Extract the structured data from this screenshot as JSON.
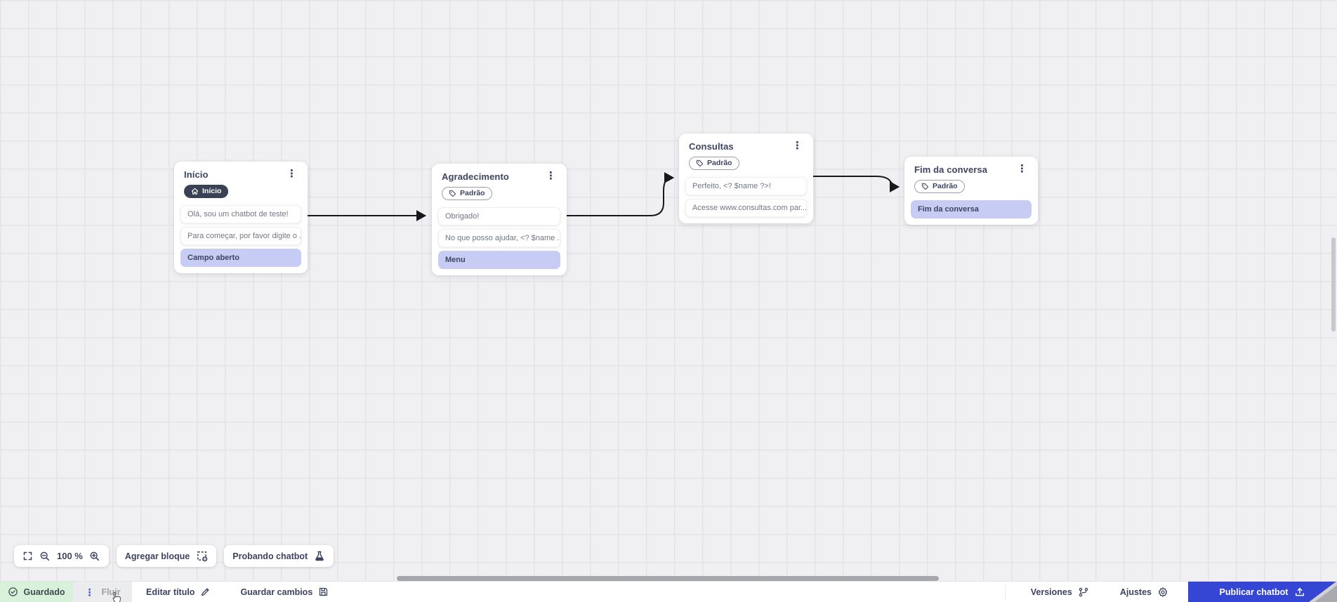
{
  "canvas": {
    "bg_color": "#f0f0f2",
    "grid_color": "#e4e4e8",
    "zoom_level": "100 %"
  },
  "nodes": [
    {
      "title": "Início",
      "badge": {
        "label": "Início",
        "icon": "home-icon"
      },
      "messages": [
        {
          "text": "Olá, sou um chatbot de teste!",
          "type": "message"
        },
        {
          "text": "Para começar, por favor digite o ...",
          "type": "message"
        },
        {
          "text": "Campo aberto",
          "type": "action"
        }
      ]
    },
    {
      "title": "Agradecimento",
      "tag": {
        "label": "Padrão",
        "icon": "tag-icon"
      },
      "messages": [
        {
          "text": "Obrigado!",
          "type": "message"
        },
        {
          "text": "No que posso ajudar, <? $name ...",
          "type": "message"
        },
        {
          "text": "Menu",
          "type": "action"
        }
      ]
    },
    {
      "title": "Consultas",
      "tag": {
        "label": "Padrão",
        "icon": "tag-icon"
      },
      "messages": [
        {
          "text": "Perfeito, <? $name ?>!",
          "type": "message"
        },
        {
          "text": "Acesse www.consultas.com par...",
          "type": "message"
        }
      ]
    },
    {
      "title": "Fim da conversa",
      "tag": {
        "label": "Padrão",
        "icon": "tag-icon"
      },
      "messages": [
        {
          "text": "Fim da conversa",
          "type": "action"
        }
      ]
    }
  ],
  "toolbar": {
    "zoom_level": "100 %",
    "add_block_label": "Agregar bloque",
    "test_chatbot_label": "Probando chatbot"
  },
  "statusbar": {
    "saved_label": "Guardado",
    "flow_tab_label": "Fluir",
    "edit_title_label": "Editar título",
    "save_changes_label": "Guardar cambios",
    "versions_label": "Versiones",
    "settings_label": "Ajustes",
    "publish_label": "Publicar chatbot"
  },
  "colors": {
    "accent_blue": "#3546d4",
    "saved_green_bg": "#d8f1da",
    "highlight_lavender": "#c6ccf4",
    "badge_dark": "#3a4154",
    "node_title": "#3d4461",
    "message_text": "#707683",
    "wire_black": "#17181c"
  }
}
